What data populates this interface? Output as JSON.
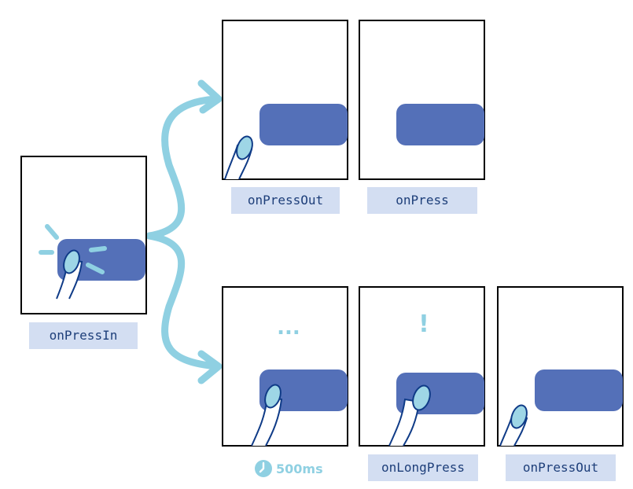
{
  "colors": {
    "button": "#5470b8",
    "accent": "#8fd0e2",
    "finger_fill": "#9ed6e6",
    "finger_stroke": "#0f3b87",
    "label_bg": "#d3def2",
    "label_text": "#1e3f7a",
    "frame": "#000000"
  },
  "labels": {
    "press_in": "onPressIn",
    "press_out_top": "onPressOut",
    "press": "onPress",
    "long_press": "onLongPress",
    "press_out_bottom": "onPressOut"
  },
  "symbols": {
    "waiting": "...",
    "alert": "!"
  },
  "timer": {
    "icon": "clock-icon",
    "text": "500ms"
  }
}
